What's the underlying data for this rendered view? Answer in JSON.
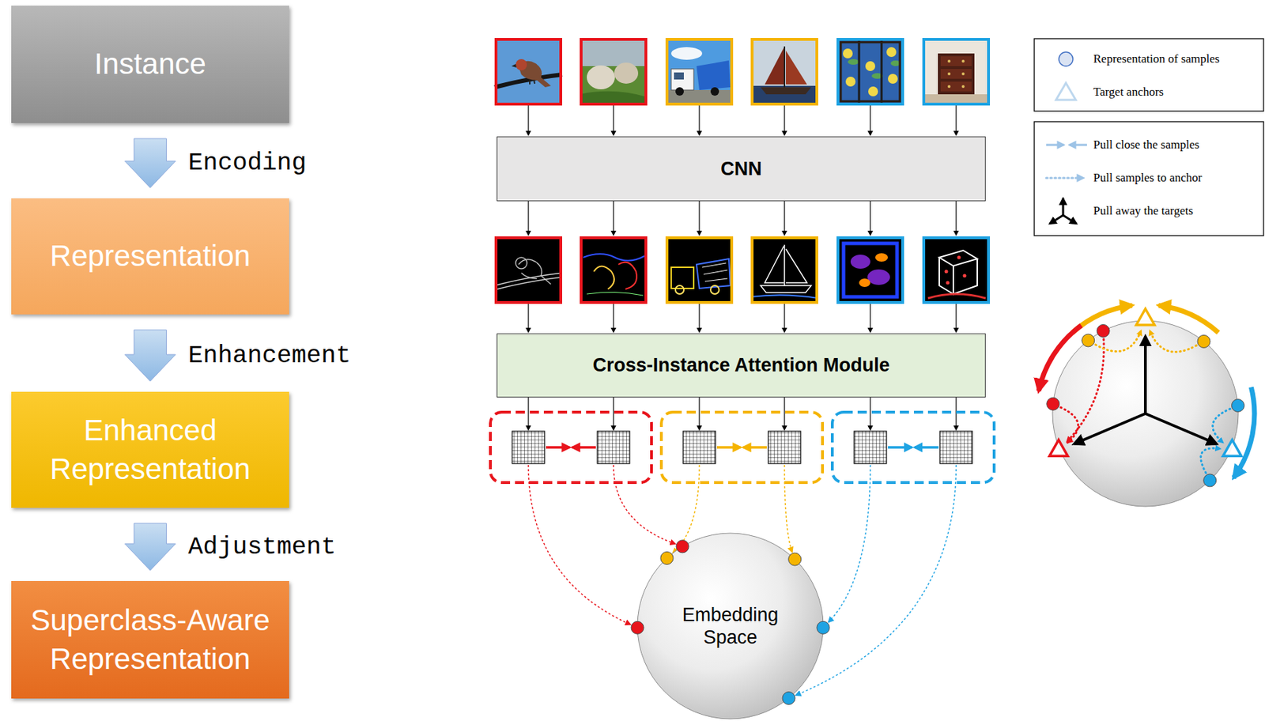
{
  "diagram": {
    "nodes": [
      {
        "text": [
          "Instance"
        ]
      },
      {
        "text": [
          "Representation"
        ]
      },
      {
        "text": [
          "Enhanced Representation"
        ]
      },
      {
        "text": [
          "Superclass-Aware Representation"
        ]
      },
      {
        "text": [
          "CNN"
        ]
      },
      {
        "text": [
          "Cross-Instance Attention Module"
        ]
      },
      {
        "text": [
          "Embedding Space"
        ]
      }
    ],
    "edges": [
      {
        "from": 0,
        "to": 1,
        "arrow": "to",
        "label": "Encoding"
      },
      {
        "from": 1,
        "to": 2,
        "arrow": "to",
        "label": "Enhancement"
      },
      {
        "from": 2,
        "to": 3,
        "arrow": "to",
        "label": "Adjustment"
      }
    ],
    "legend": [
      {
        "text": "Representation of samples"
      },
      {
        "text": "Target anchors"
      },
      {
        "text": "Pull close the samples"
      },
      {
        "text": "Pull samples to anchor"
      },
      {
        "text": "Pull away the targets"
      }
    ]
  }
}
